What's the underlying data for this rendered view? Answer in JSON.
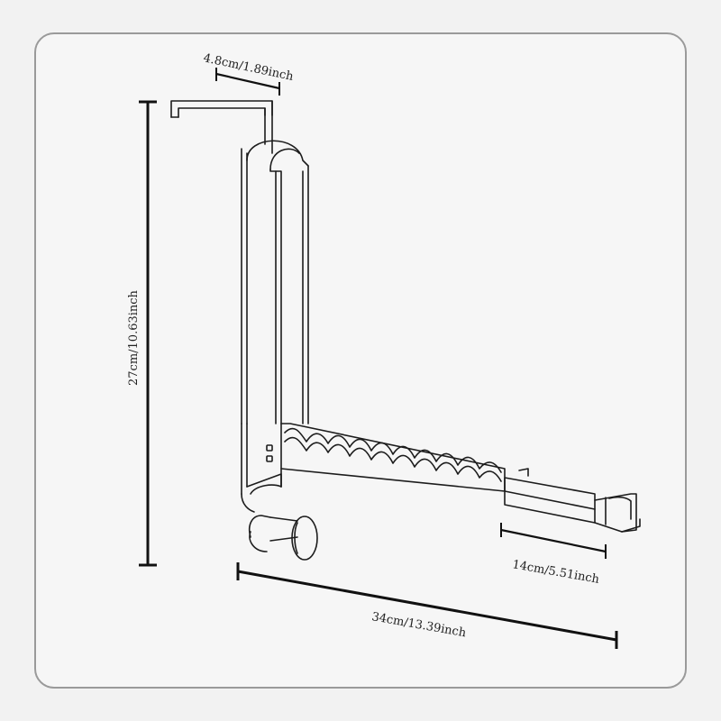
{
  "dimensions": {
    "hook_width": "4.8cm/1.89inch",
    "height": "27cm/10.63inch",
    "extension": "14cm/5.51inch",
    "total_length": "34cm/13.39inch"
  },
  "colors": {
    "background": "#f2f2f2",
    "frame_border": "#9a9a9a",
    "line": "#1c1c1c",
    "product_fill": "#ffffff"
  }
}
